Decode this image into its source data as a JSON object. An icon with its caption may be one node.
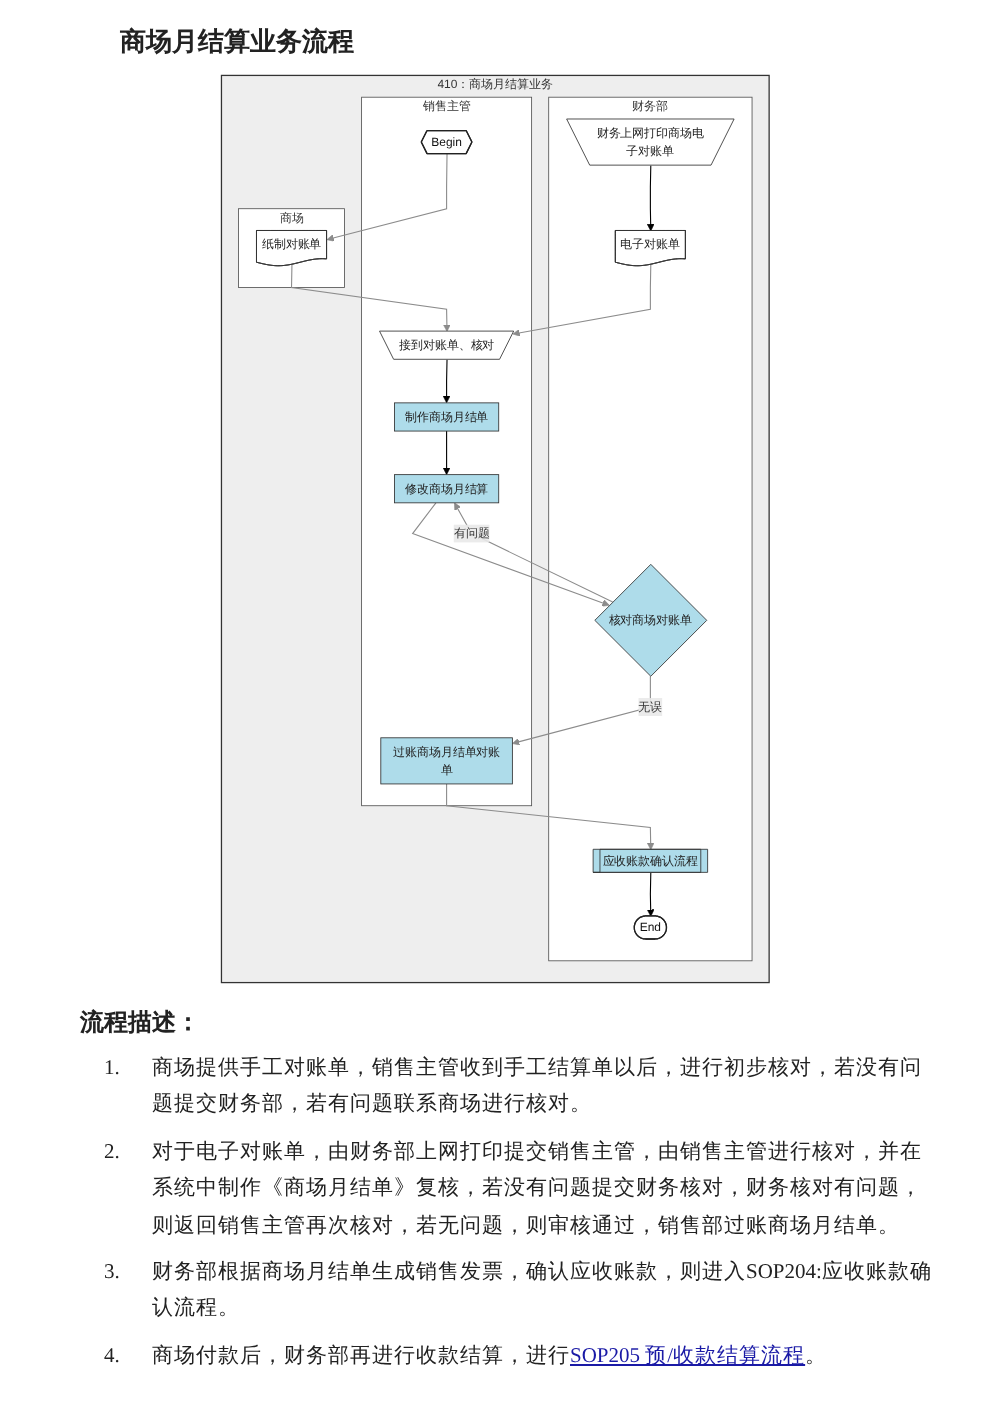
{
  "diagram": {
    "title": "商场月结算业务流程",
    "nodes": [
      {
        "text": [
          "410：商场月结算业务"
        ]
      },
      {
        "text": [
          "商场"
        ],
        "in": 0
      },
      {
        "text": [
          "销售主管"
        ],
        "in": 0
      },
      {
        "text": [
          "财务部"
        ],
        "in": 0
      },
      {
        "text": [
          "Begin"
        ],
        "in": 2
      },
      {
        "text": [
          "纸制对账单"
        ],
        "in": 1
      },
      {
        "text": [
          "接到对账单、核对"
        ],
        "in": 2
      },
      {
        "text": [
          "财务上网打印商场电子对账单"
        ],
        "in": 3
      },
      {
        "text": [
          "电子对账单"
        ],
        "in": 3
      },
      {
        "text": [
          "制作商场月结单"
        ],
        "in": 2
      },
      {
        "text": [
          "修改商场月结算"
        ],
        "in": 2
      },
      {
        "text": [
          "核对商场对账单"
        ],
        "in": 3
      },
      {
        "text": [
          "过账商场月结单对账单"
        ],
        "in": 2
      },
      {
        "text": [
          "应收账款确认流程"
        ],
        "in": 3
      },
      {
        "text": [
          "End"
        ],
        "in": 3
      }
    ],
    "edges": [
      {
        "from": 4,
        "to": 5,
        "arrow": "to"
      },
      {
        "from": 5,
        "to": 6,
        "arrow": "to"
      },
      {
        "from": 7,
        "to": 8,
        "arrow": "to",
        "color": "#000000"
      },
      {
        "from": 8,
        "to": 6,
        "arrow": "to"
      },
      {
        "from": 6,
        "to": 9,
        "arrow": "to",
        "color": "#000000"
      },
      {
        "from": 9,
        "to": 10,
        "arrow": "to",
        "color": "#000000"
      },
      {
        "from": 10,
        "to": 11,
        "arrow": "to"
      },
      {
        "from": 11,
        "to": 10,
        "arrow": "to",
        "label": "有问题"
      },
      {
        "from": 11,
        "to": 12,
        "arrow": "to",
        "label": "无误"
      },
      {
        "from": 12,
        "to": 13,
        "arrow": "to"
      },
      {
        "from": 13,
        "to": 14,
        "arrow": "to",
        "color": "#000000"
      }
    ],
    "labels": [
      "流程描述：",
      "1.",
      "商场提供手工对账单，销售主管收到手工结算单以后，进行初步核对，若没有问题提交财务部，若有问题联系商场进行核对。",
      "2.",
      "对于电子对账单，由财务部上网打印提交销售主管，由销售主管进行核对，并在系统中制作《商场月结单》复核，若没有问题提交财务核对，财务核对有问题，则返回销售主管再次核对，若无问题，则审核通过，销售部过账商场月结单。",
      "3.",
      "财务部根据商场月结单生成销售发票，确认应收账款，则进入SOP204:应收账款确认流程。",
      "4.",
      "商场付款后，财务部再进行收款结算，进行",
      "SOP205 预/收款结算流程",
      "。"
    ]
  }
}
